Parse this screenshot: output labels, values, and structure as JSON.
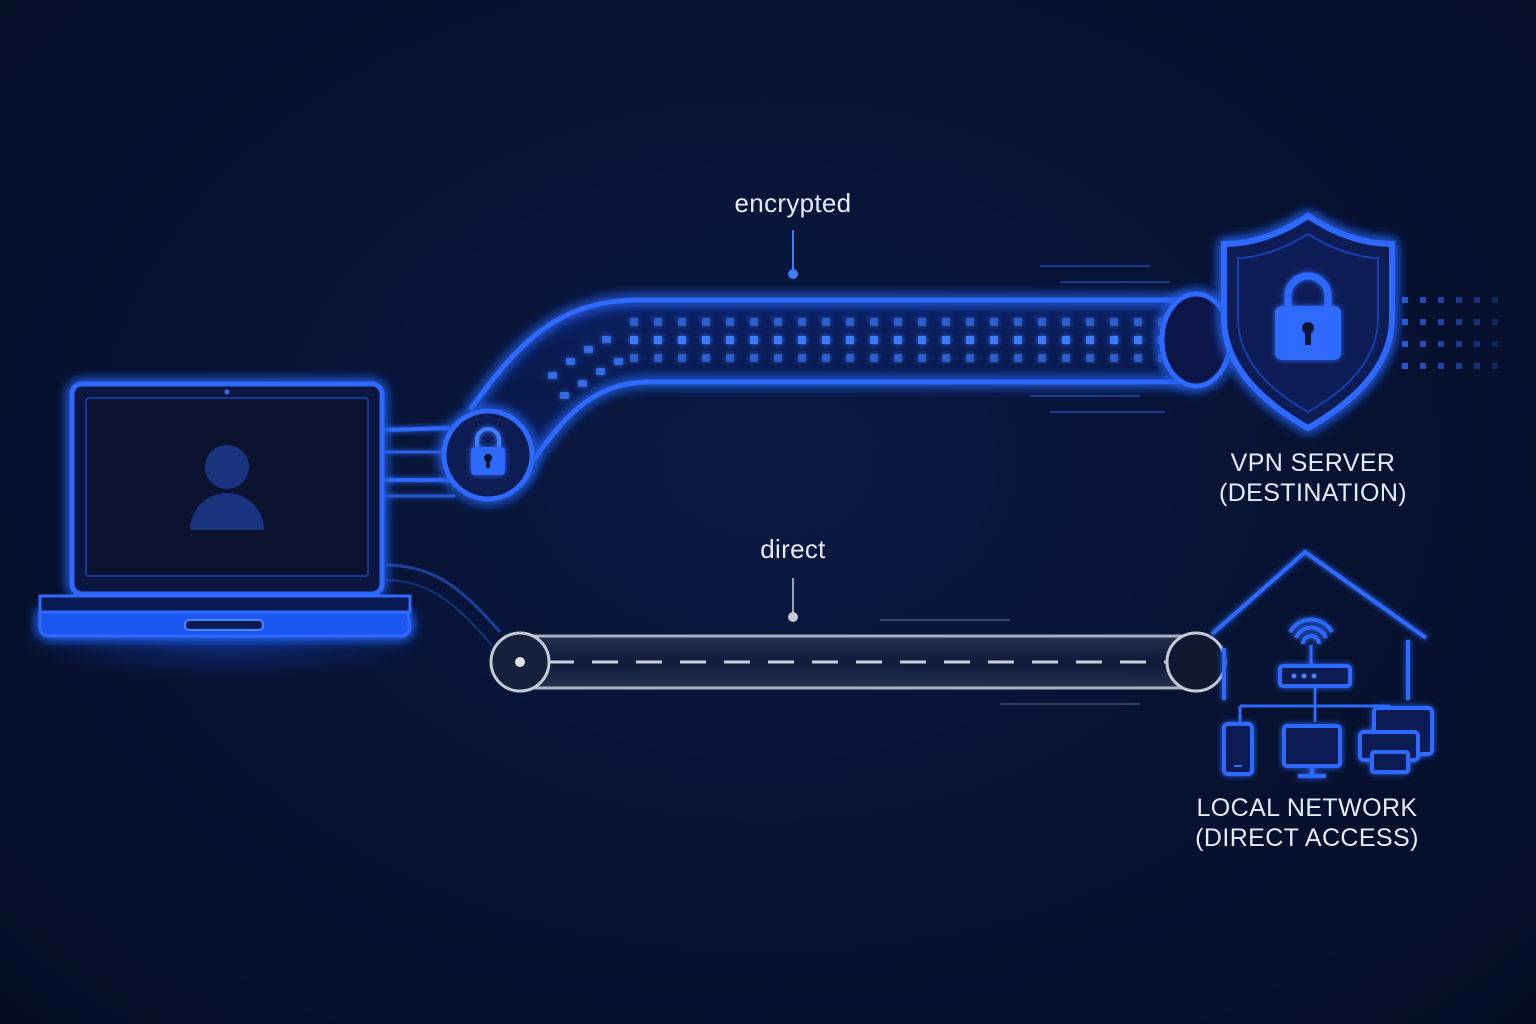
{
  "paths": {
    "encrypted_label": "encrypted",
    "direct_label": "direct"
  },
  "nodes": {
    "vpn_server": {
      "line1": "VPN SERVER",
      "line2": "(DESTINATION)"
    },
    "local_network": {
      "line1": "LOCAL NETWORK",
      "line2": "(DIRECT ACCESS)"
    }
  },
  "icons": {
    "client": "laptop-icon",
    "user": "user-icon",
    "tunnel_lock": "padlock-icon",
    "server": "shield-lock-icon",
    "network": "house-network-icon",
    "router": "router-icon",
    "phone": "smartphone-icon",
    "monitor": "monitor-icon",
    "printer": "printer-icon"
  },
  "colors": {
    "background": "#071231",
    "encrypted_accent": "#2f6bff",
    "encrypted_glow": "#1e5bff",
    "direct_path": "#aab4c8",
    "text": "#e6ecff"
  }
}
